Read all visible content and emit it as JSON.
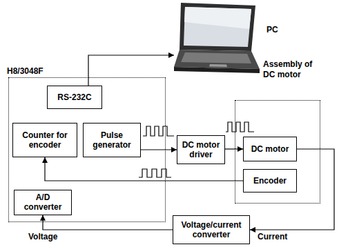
{
  "diagram": {
    "nodes": [
      {
        "text": [
          "PC"
        ]
      },
      {
        "text": [
          "H8/3048F"
        ]
      },
      {
        "text": [
          "RS-232C"
        ],
        "in": 1
      },
      {
        "text": [
          "Counter for encoder"
        ],
        "in": 1
      },
      {
        "text": [
          "Pulse generator"
        ],
        "in": 1
      },
      {
        "text": [
          "A/D converter"
        ],
        "in": 1
      },
      {
        "text": [
          "DC motor driver"
        ]
      },
      {
        "text": [
          "Assembly of DC motor"
        ]
      },
      {
        "text": [
          "DC motor"
        ],
        "in": 7
      },
      {
        "text": [
          "Encoder"
        ],
        "in": 7
      },
      {
        "text": [
          "Voltage/current converter"
        ]
      }
    ],
    "edges": [
      {
        "from": 2,
        "to": 0,
        "arrow": "to"
      },
      {
        "from": 4,
        "to": 6,
        "arrow": "to"
      },
      {
        "from": 6,
        "to": 8,
        "arrow": "to"
      },
      {
        "from": 9,
        "to": 3,
        "arrow": "to"
      },
      {
        "from": 8,
        "to": 10,
        "label": "Current",
        "arrow": "to"
      },
      {
        "from": 10,
        "to": 5,
        "label": "Voltage",
        "arrow": "to"
      }
    ]
  }
}
